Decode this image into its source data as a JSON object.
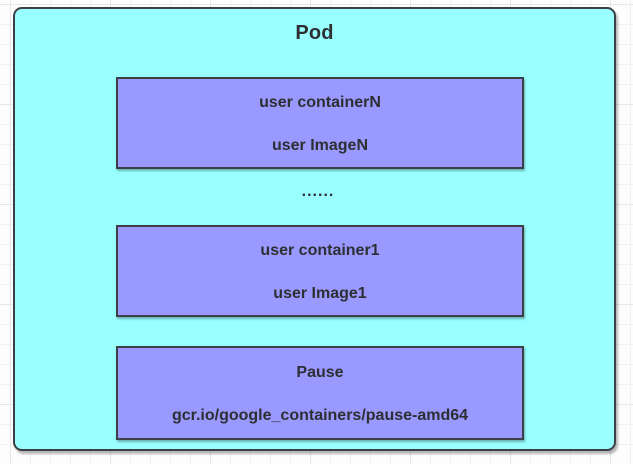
{
  "pod": {
    "title": "Pod",
    "ellipsis": "......",
    "containers": [
      {
        "name": "user containerN",
        "image": "user ImageN"
      },
      {
        "name": "user container1",
        "image": "user Image1"
      },
      {
        "name": "Pause",
        "image": "gcr.io/google_containers/pause-amd64"
      }
    ]
  },
  "colors": {
    "pod_fill": "#99ffff",
    "container_fill": "#9999ff",
    "stroke": "#3c4046",
    "text": "#2d2f33",
    "grid_minor": "#f1f1f1",
    "grid_major": "#e7e7e7",
    "canvas_bg": "#fdfdfd"
  }
}
